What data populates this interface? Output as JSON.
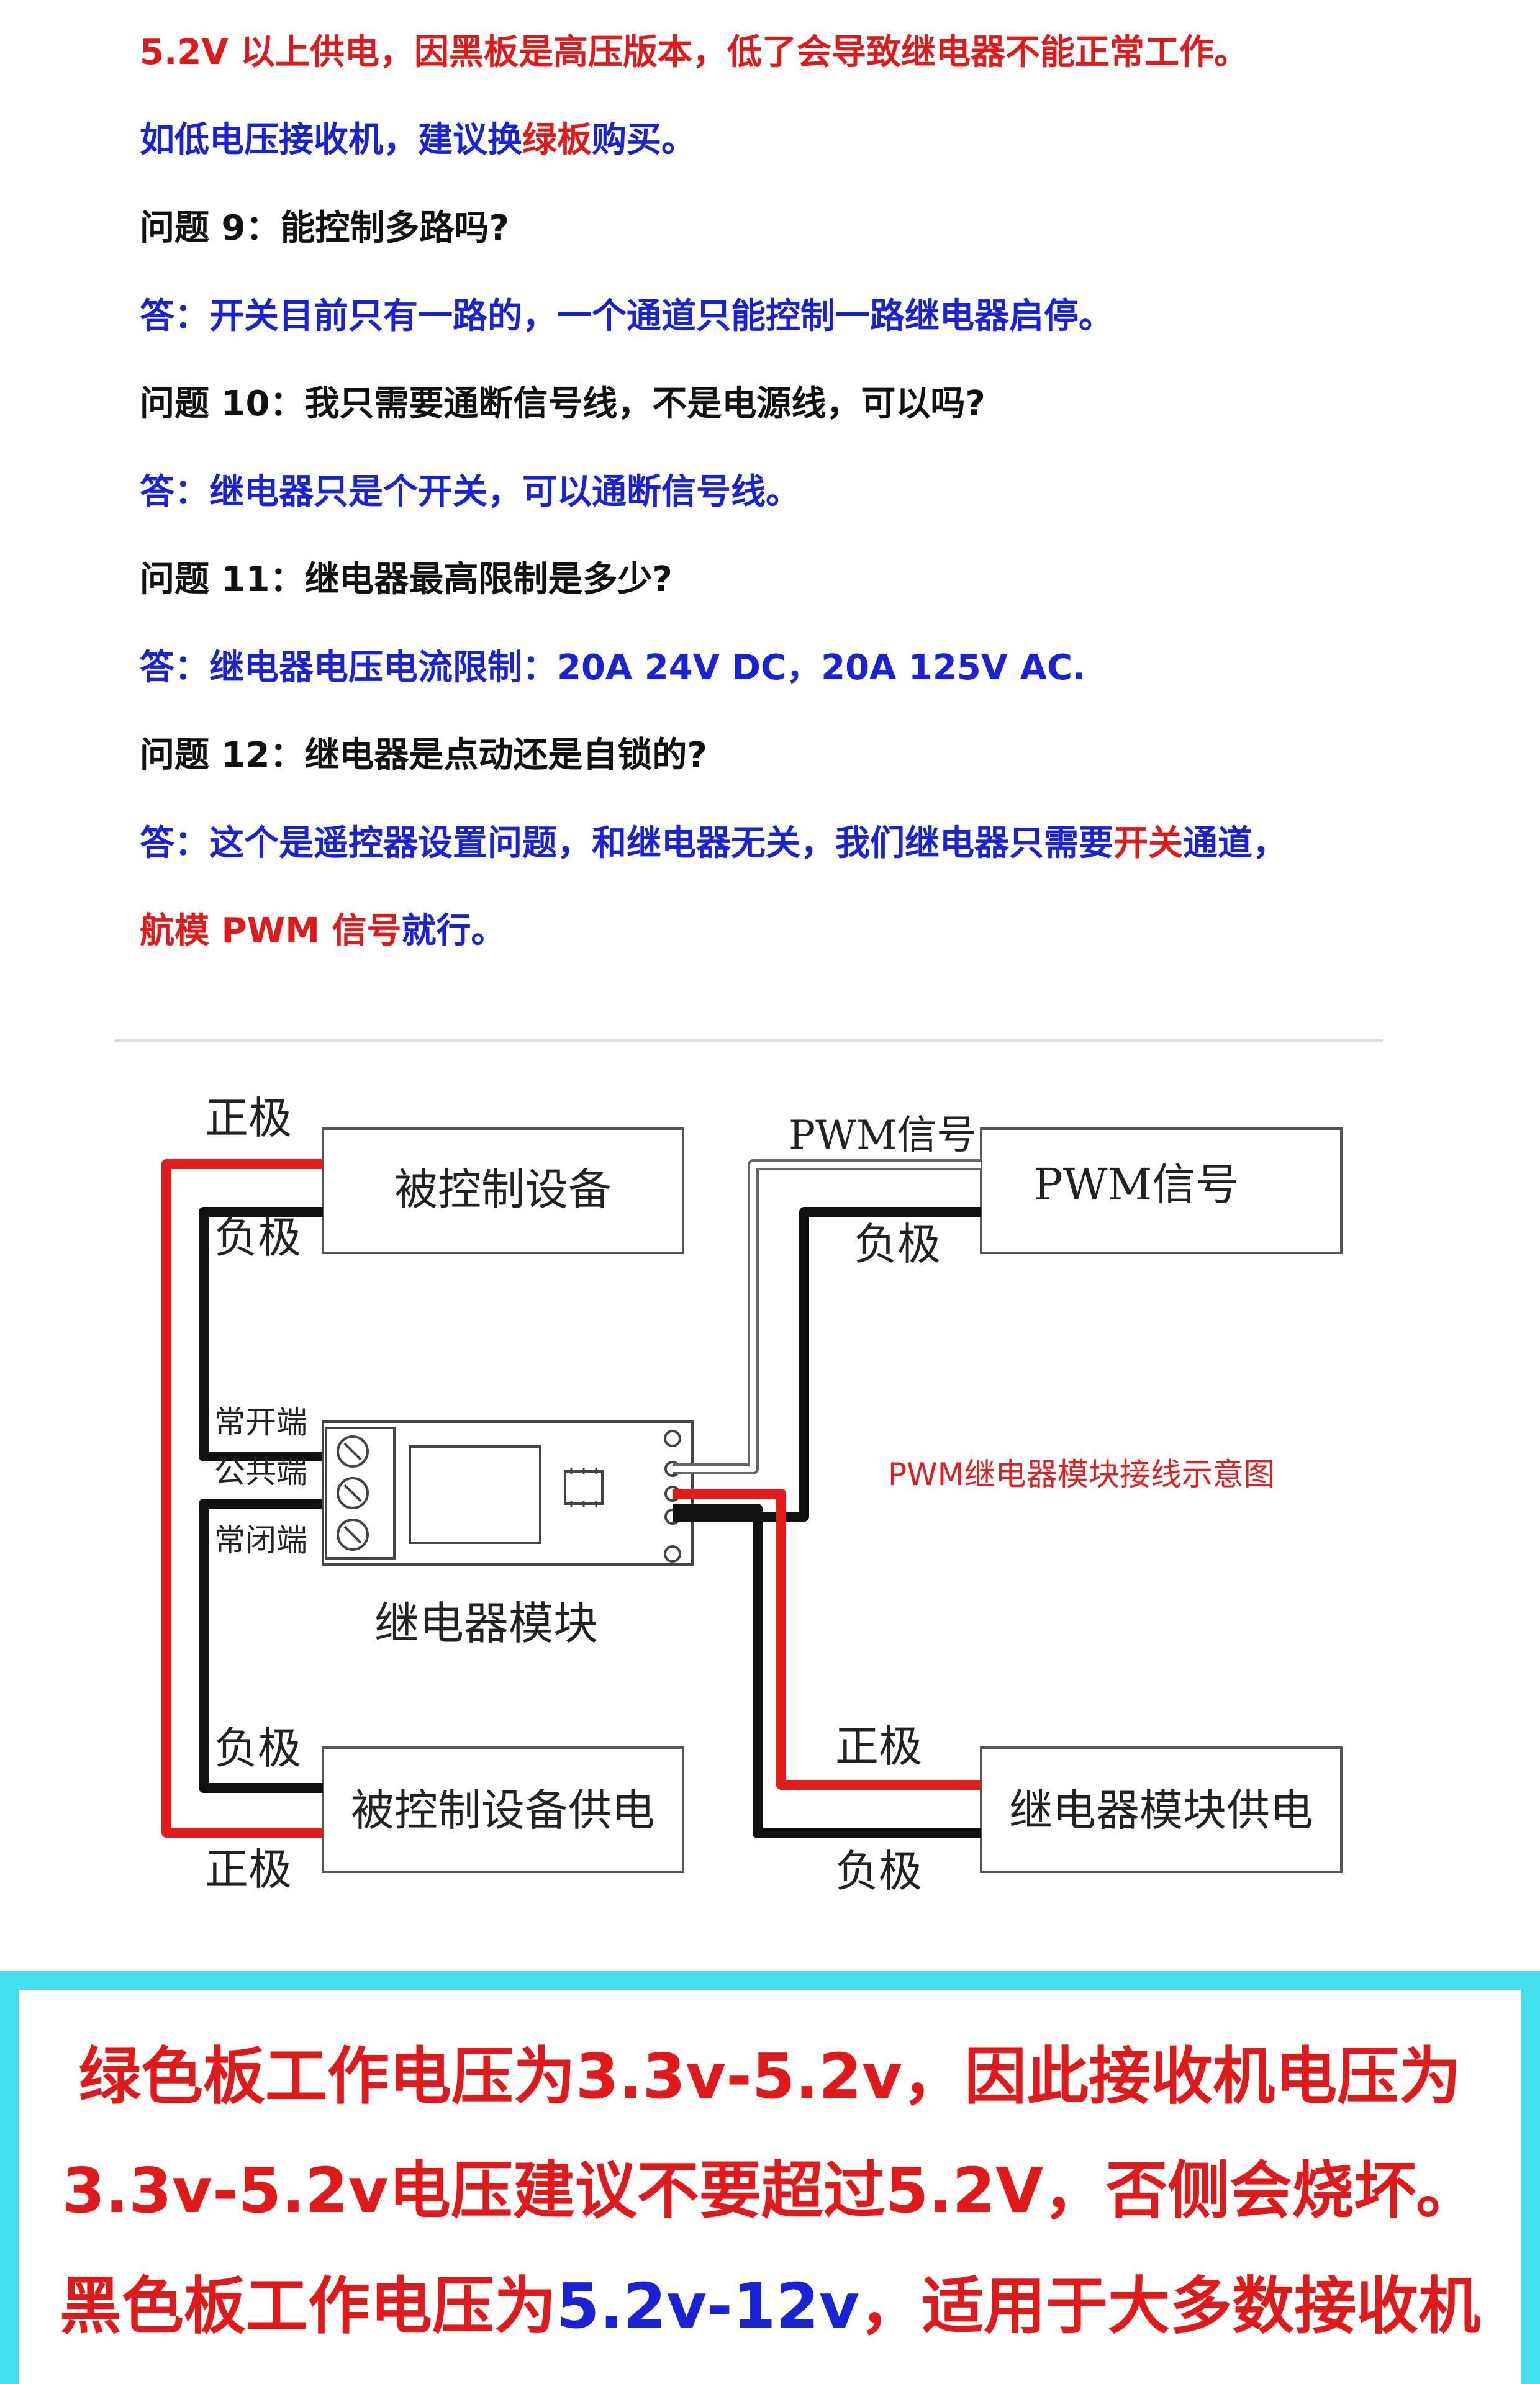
{
  "colors": {
    "black": "#111111",
    "blue": "#1a22d6",
    "red": "#e01a1a",
    "cyan_panel": "#43dff0",
    "wire_red": "#e21b1b",
    "wire_black": "#111111"
  },
  "lines": {
    "l1": "5.2V 以上供电，因黑板是高压版本，低了会导致继电器不能正常工作。",
    "l2a": "如低电压接收机，建议换",
    "l2b": "绿板",
    "l2c": "购买。",
    "q9": "问题 9：能控制多路吗?",
    "a9": "答：开关目前只有一路的，一个通道只能控制一路继电器启停。",
    "q10": "问题 10：我只需要通断信号线，不是电源线，可以吗?",
    "a10": "答：继电器只是个开关，可以通断信号线。",
    "q11": "问题 11：继电器最高限制是多少?",
    "a11": "答：继电器电压电流限制：20A 24V DC，20A 125V AC.",
    "q12": "问题 12：继电器是点动还是自锁的?",
    "a12a": "答：这个是遥控器设置问题，和继电器无关，我们继电器只需要",
    "a12b": "开关",
    "a12c": "通道，",
    "l_last_a": "航模 PWM 信号",
    "l_last_b": "就行。"
  },
  "diagram": {
    "title": "PWM继电器模块接线示意图",
    "boxes": {
      "controlled_device": "被控制设备",
      "pwm_signal": "PWM信号",
      "controlled_power": "被控制设备供电",
      "relay_power": "继电器模块供电"
    },
    "labels": {
      "positive": "正极",
      "negative": "负极",
      "pwm_signal": "PWM信号",
      "no_terminal": "常开端",
      "com_terminal": "公共端",
      "nc_terminal": "常闭端",
      "relay_module": "继电器模块"
    }
  },
  "panel": {
    "p1": "绿色板工作电压为3.3v-5.2v，因此接收机电压为",
    "p2": "3.3v-5.2v电压建议不要超过5.2V，否侧会烧坏。",
    "p3a": "黑色板工作电压为",
    "p3b": "5.2v-12v",
    "p3c": "，适用于大多数接收机"
  }
}
